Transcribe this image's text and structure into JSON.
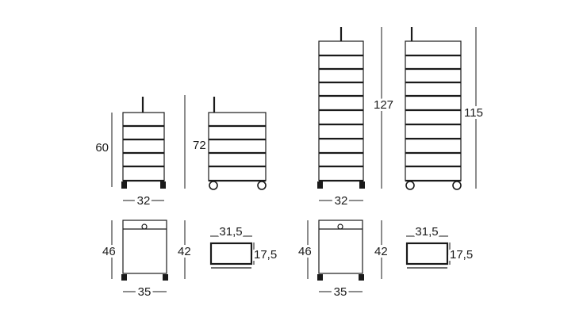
{
  "dimensions": {
    "small_unit_height": "60",
    "small_unit_total_height": "72",
    "small_unit_width": "32",
    "tall_unit_height": "127",
    "tall_unit_total_height": "115",
    "tall_unit_width": "32",
    "top_view_depth": "46",
    "top_view_depth_2": "42",
    "top_view_width": "35",
    "drawer_width": "31,5",
    "drawer_depth": "17,5"
  }
}
